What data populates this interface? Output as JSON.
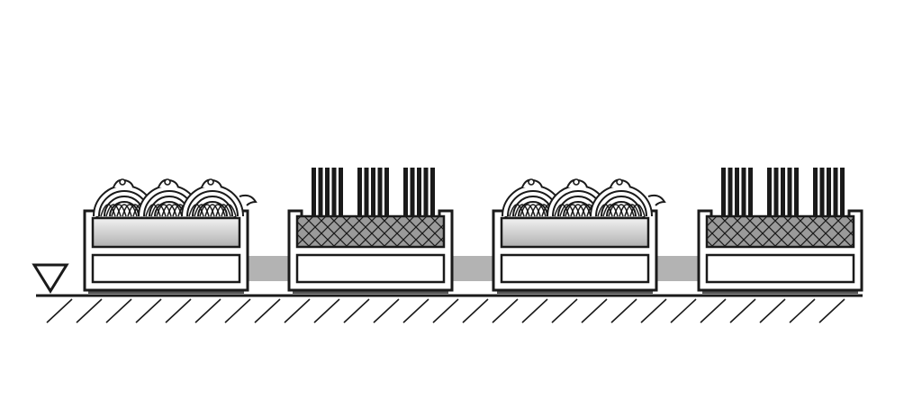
{
  "diagram": {
    "elements": [
      "level-marker",
      "ground-line",
      "ground-hatching",
      "connector-bars",
      "mat-modules"
    ],
    "mat_modules": [
      {
        "insert": "loop-textile"
      },
      {
        "insert": "brush-strips-on-grid"
      },
      {
        "insert": "loop-textile"
      },
      {
        "insert": "brush-strips-on-grid"
      }
    ],
    "colors": {
      "stroke": "#1a1a1a",
      "background": "#ffffff",
      "connector": "#b3b3b3",
      "gradient_light": "#f2f2f2",
      "gradient_dark": "#b0b0b0",
      "grid_fill": "#9a9a9a"
    }
  }
}
